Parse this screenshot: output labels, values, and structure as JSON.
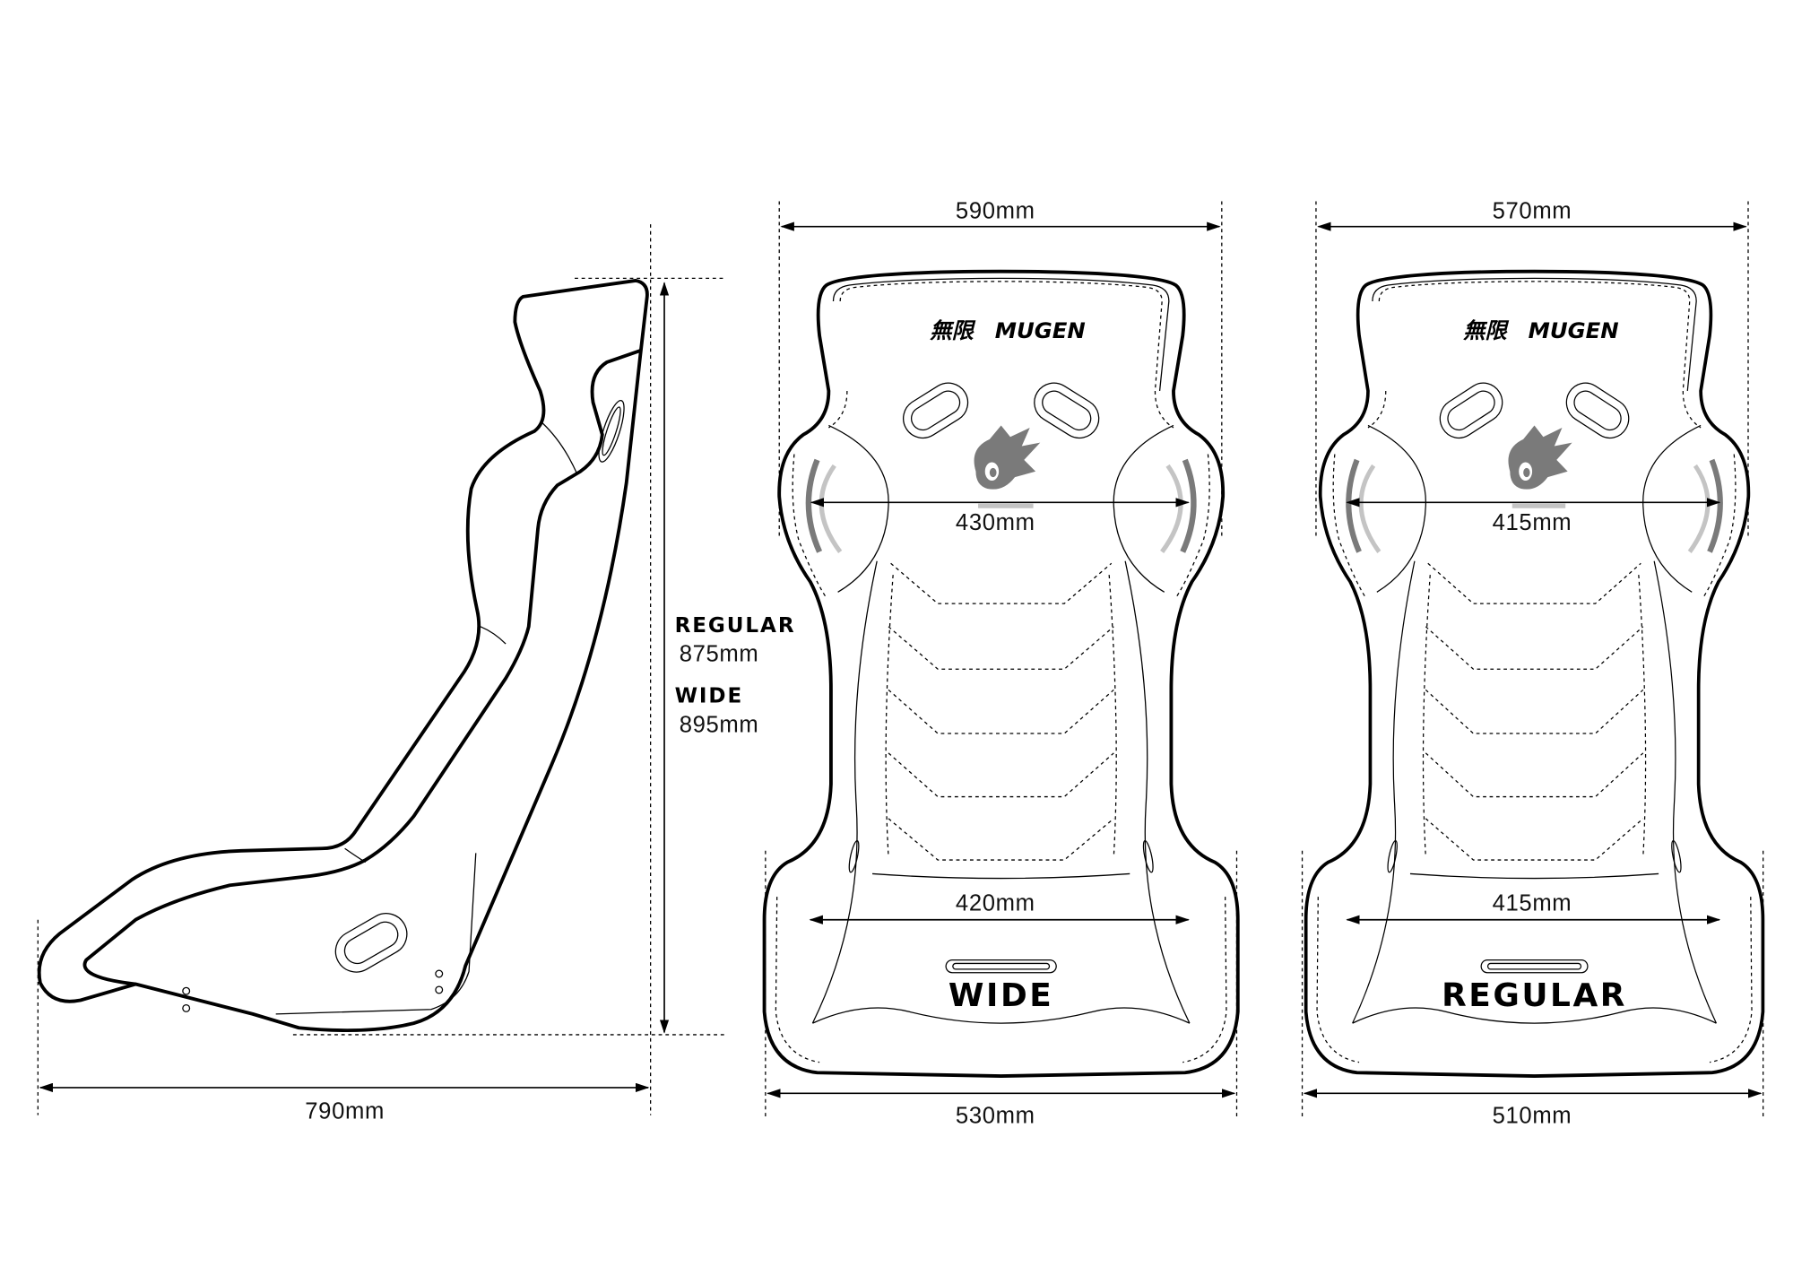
{
  "side_view": {
    "depth": "790mm",
    "height_labels": [
      {
        "model": "REGULAR",
        "value": "875mm"
      },
      {
        "model": "WIDE",
        "value": "895mm"
      }
    ]
  },
  "wide_view": {
    "label": "WIDE",
    "top_width": "590mm",
    "shoulder_width": "430mm",
    "seat_width": "420mm",
    "bottom_width": "530mm"
  },
  "regular_view": {
    "label": "REGULAR",
    "top_width": "570mm",
    "shoulder_width": "415mm",
    "seat_width": "415mm",
    "bottom_width": "510mm"
  },
  "logo": {
    "kanji": "無限",
    "text": "MUGEN"
  },
  "colors": {
    "line": "#000000",
    "mascot": "#7a7a7a",
    "swoosh_light": "#c4c4c4"
  }
}
